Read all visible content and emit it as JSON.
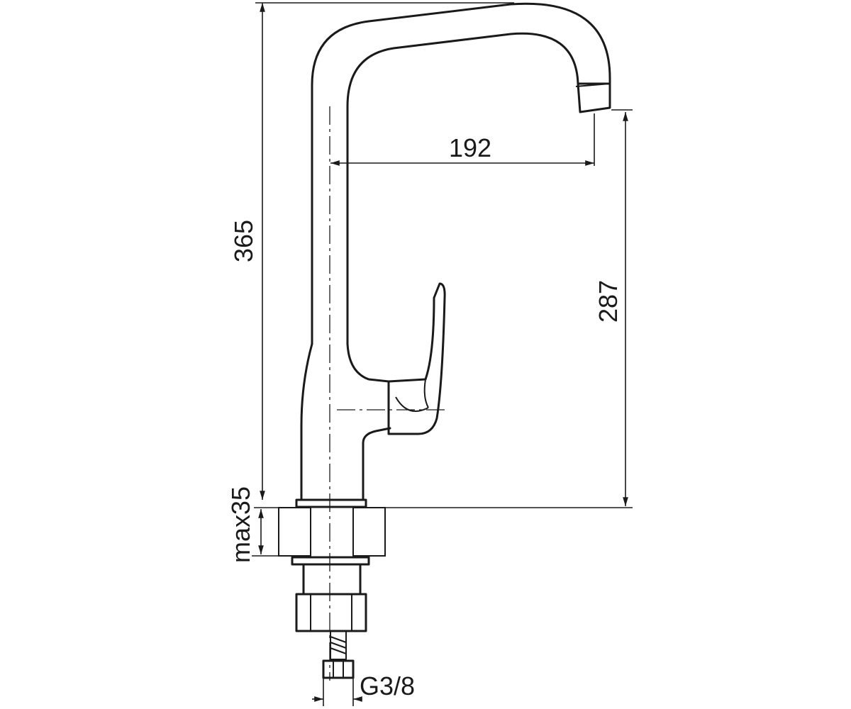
{
  "drawing": {
    "dimensions": {
      "overall_height": "365",
      "spout_reach": "192",
      "spout_height": "287",
      "max_counter_thickness": "max35",
      "connection_thread": "G3/8"
    }
  }
}
